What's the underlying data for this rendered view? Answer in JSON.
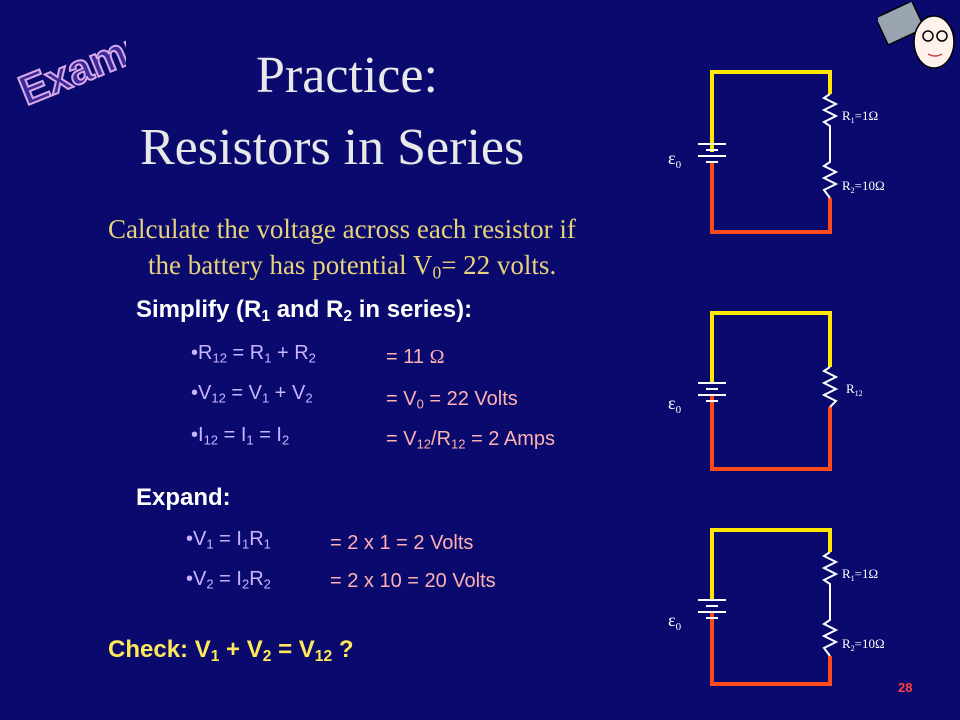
{
  "stamp": {
    "label": "Example"
  },
  "title": {
    "line1": "Practice:",
    "line2": "Resistors in Series"
  },
  "intro": {
    "line1": "Calculate the voltage across each resistor if",
    "line2_a": "the battery has potential V",
    "line2_sub": "0",
    "line2_b": "= 22 volts."
  },
  "simplify": {
    "heading_a": "Simplify (R",
    "heading_sub1": "1",
    "heading_b": " and R",
    "heading_sub2": "2",
    "heading_c": " in series):",
    "r12": {
      "lhs_a": "R",
      "lhs_s1": "12",
      "lhs_b": " = R",
      "lhs_s2": "1",
      "lhs_c": " + R",
      "lhs_s3": "2",
      "rhs_a": "= 11 ",
      "rhs_unit": "Ω"
    },
    "v12": {
      "lhs_a": "V",
      "lhs_s1": "12",
      "lhs_b": " = V",
      "lhs_s2": "1",
      "lhs_c": " + V",
      "lhs_s3": "2",
      "rhs_a": "= V",
      "rhs_s": "0",
      "rhs_b": " = 22 Volts"
    },
    "i12": {
      "lhs_a": "I",
      "lhs_s1": "12",
      "lhs_b": " = I",
      "lhs_s2": "1",
      "lhs_c": " = I",
      "lhs_s3": "2",
      "rhs_a": "= V",
      "rhs_s1": "12",
      "rhs_b": "/R",
      "rhs_s2": "12",
      "rhs_c": " = 2 Amps"
    }
  },
  "expand": {
    "heading": "Expand:",
    "v1": {
      "lhs_a": "V",
      "lhs_s1": "1",
      "lhs_b": " = I",
      "lhs_s2": "1",
      "lhs_c": "R",
      "lhs_s3": "1",
      "rhs": "= 2 x 1 = 2 Volts"
    },
    "v2": {
      "lhs_a": "V",
      "lhs_s1": "2",
      "lhs_b": " = I",
      "lhs_s2": "2",
      "lhs_c": "R",
      "lhs_s3": "2",
      "rhs": "= 2 x 10 = 20 Volts"
    }
  },
  "check": {
    "a": "Check: V",
    "s1": "1",
    "b": " + V",
    "s2": "2",
    "c": " = V",
    "s3": "12",
    "d": " ?"
  },
  "circuits": {
    "emf": "ε",
    "emf_sub": "0",
    "r1_a": "R",
    "r1_sub": "1",
    "r1_val": "=1Ω",
    "r2_a": "R",
    "r2_sub": "2",
    "r2_val": "=10Ω",
    "r12_a": "R",
    "r12_sub": "12"
  },
  "slide_number": "28",
  "colors": {
    "background": "#0a0a6e",
    "wire_top": "#ffe800",
    "wire_bottom": "#ff4a1c",
    "title": "#e8e8e8",
    "intro": "#e8d27a",
    "lavender": "#c8b4ff",
    "pink": "#ffb0b0",
    "check": "#ffe85a"
  }
}
